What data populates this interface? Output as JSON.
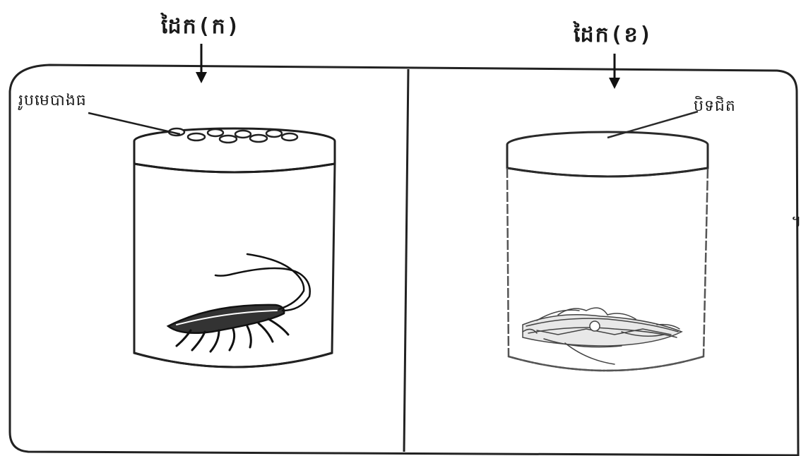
{
  "jar_a": {
    "title": "ដៃក(ក)",
    "callout": "រូបមេបាងធ",
    "contents": "cockroach"
  },
  "jar_b": {
    "title": "ដៃក(ខ)",
    "callout": "បិទជិត",
    "contents": "dead cockroach"
  },
  "edge_mark": "។"
}
